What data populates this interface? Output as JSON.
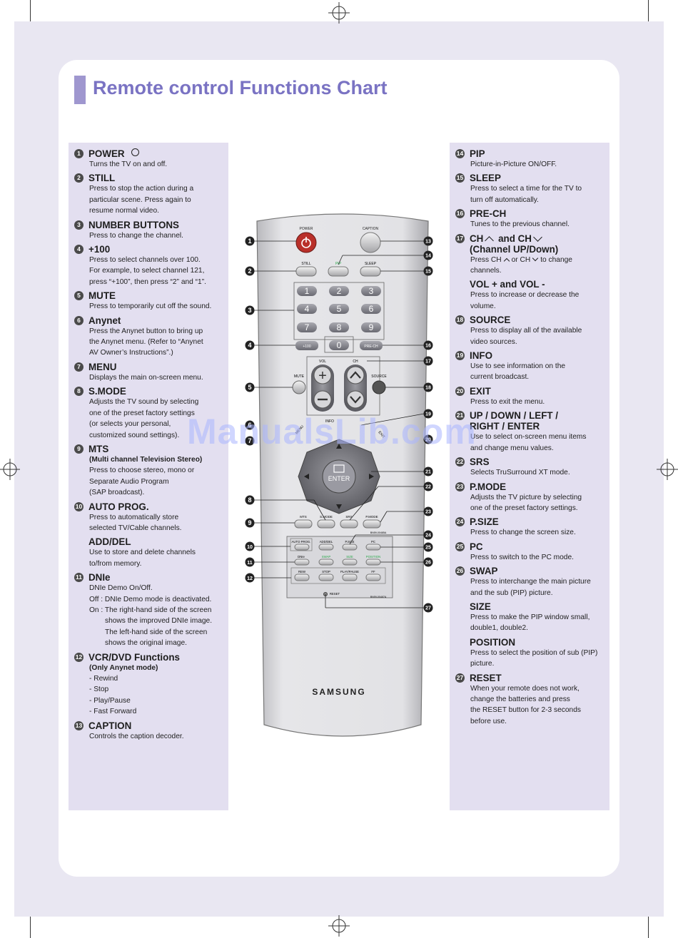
{
  "title": "Remote control Functions Chart",
  "left_column": [
    {
      "num": "1",
      "heading": "POWER",
      "lines": [
        "Turns the TV on and off."
      ]
    },
    {
      "num": "2",
      "heading": "STILL",
      "lines": [
        "Press to stop the action during a",
        "particular scene. Press again to",
        "resume normal video."
      ]
    },
    {
      "num": "3",
      "heading": "NUMBER BUTTONS",
      "lines": [
        "Press to change the channel."
      ]
    },
    {
      "num": "4",
      "heading": "+100",
      "lines": [
        "Press to select channels over 100.",
        "For example, to select channel 121,",
        "press “+100”, then press “2” and “1”."
      ]
    },
    {
      "num": "5",
      "heading": "MUTE",
      "lines": [
        "Press to temporarily cut off the sound."
      ]
    },
    {
      "num": "6",
      "heading": "Anynet",
      "lines": [
        "Press the Anynet button to bring up",
        "the Anynet menu. (Refer to “Anynet",
        "AV Owner’s Instructions”.)"
      ]
    },
    {
      "num": "7",
      "heading": "MENU",
      "lines": [
        "Displays the main on-screen menu."
      ]
    },
    {
      "num": "8",
      "heading": "S.MODE",
      "lines": [
        "Adjusts the TV sound by selecting",
        "one of the preset factory settings",
        "(or selects your personal,",
        "customized sound settings)."
      ]
    },
    {
      "num": "9",
      "heading": "MTS",
      "sub": "(Multi channel Television Stereo)",
      "lines": [
        "Press to choose stereo, mono or",
        "Separate Audio Program",
        "(SAP broadcast)."
      ]
    },
    {
      "num": "10",
      "heading": "AUTO PROG.",
      "lines": [
        "Press to automatically store",
        "selected TV/Cable channels."
      ]
    },
    {
      "num": "",
      "heading": "ADD/DEL",
      "lines": [
        "Use to store and delete channels",
        "to/from memory."
      ]
    },
    {
      "num": "11",
      "heading": "DNIe",
      "lines": [
        "DNIe Demo On/Off.",
        "Off : DNIe Demo mode is deactivated.",
        "On : The right-hand side of the screen"
      ],
      "ind_lines": [
        "shows the improved DNIe image.",
        "The left-hand side of the screen",
        "shows the original image."
      ]
    },
    {
      "num": "12",
      "heading": "VCR/DVD Functions",
      "sub": "(Only Anynet mode)",
      "lines": [
        "- Rewind",
        "- Stop",
        "- Play/Pause",
        "- Fast Forward"
      ]
    },
    {
      "num": "13",
      "heading": "CAPTION",
      "lines": [
        "Controls the caption decoder."
      ]
    }
  ],
  "right_column": [
    {
      "num": "14",
      "heading": "PIP",
      "lines": [
        "Picture-in-Picture ON/OFF."
      ]
    },
    {
      "num": "15",
      "heading": "SLEEP",
      "lines": [
        "Press to select a time for the TV to",
        "turn off automatically."
      ]
    },
    {
      "num": "16",
      "heading": "PRE-CH",
      "lines": [
        "Tunes to the previous channel."
      ]
    },
    {
      "num": "17",
      "heading_a": "CH",
      "heading_b": "and CH",
      "heading2": "(Channel UP/Down)",
      "lines_ch": [
        "Press CH",
        "or CH",
        "to change"
      ],
      "lines": [
        "channels."
      ]
    },
    {
      "num": "",
      "heading": "VOL + and VOL -",
      "lines": [
        "Press to increase or decrease the",
        "volume."
      ]
    },
    {
      "num": "18",
      "heading": "SOURCE",
      "lines": [
        "Press to display all of the available",
        "video sources."
      ]
    },
    {
      "num": "19",
      "heading": "INFO",
      "lines": [
        "Use to see information on the",
        "current broadcast."
      ]
    },
    {
      "num": "20",
      "heading": "EXIT",
      "lines": [
        "Press to exit the menu."
      ]
    },
    {
      "num": "21",
      "heading": "UP / DOWN / LEFT /",
      "heading2": "RIGHT / ENTER",
      "lines": [
        "Use to select on-screen menu items",
        "and change menu values."
      ]
    },
    {
      "num": "22",
      "heading": "SRS",
      "lines": [
        "Selects TruSurround XT mode."
      ]
    },
    {
      "num": "23",
      "heading": "P.MODE",
      "lines": [
        "Adjusts the TV picture by selecting",
        "one of the preset factory settings."
      ]
    },
    {
      "num": "24",
      "heading": "P.SIZE",
      "lines": [
        "Press to change the screen size."
      ]
    },
    {
      "num": "25",
      "heading": "PC",
      "lines": [
        "Press to switch to the PC mode."
      ]
    },
    {
      "num": "26",
      "heading": "SWAP",
      "lines": [
        "Press to interchange the main picture",
        "and the sub (PIP) picture."
      ]
    },
    {
      "num": "",
      "heading": "SIZE",
      "lines": [
        "Press to make the PIP window small,",
        "double1, double2."
      ]
    },
    {
      "num": "",
      "heading": "POSITION",
      "lines": [
        "Press to select the position of sub (PIP)",
        "picture."
      ]
    },
    {
      "num": "27",
      "heading": "RESET",
      "lines": [
        "When your remote does not work,",
        "change the batteries and press",
        "the RESET button for 2-3 seconds",
        "before use."
      ]
    }
  ],
  "remote": {
    "buttons": {
      "power": "POWER",
      "caption": "CAPTION",
      "still": "STILL",
      "pip": "PIP",
      "sleep": "SLEEP",
      "digits": [
        "1",
        "2",
        "3",
        "4",
        "5",
        "6",
        "7",
        "8",
        "9",
        "0"
      ],
      "plus100": "+100",
      "prech": "PRE-CH",
      "mute": "MUTE",
      "vol": "VOL",
      "ch": "CH",
      "source": "SOURCE",
      "menu": "MENU",
      "info": "INFO",
      "exit": "EXIT",
      "enter": "ENTER",
      "mts": "MTS",
      "smode": "S.MODE",
      "srs": "SRS",
      "pmode": "P.MODE",
      "autoprog": "AUTO PROG.",
      "adddel": "ADD/DEL",
      "psize": "P.SIZE",
      "pc": "PC",
      "dnie": "DNIe",
      "swap": "SWAP",
      "size": "SIZE",
      "position": "POSITION",
      "rew": "REW",
      "stop": "STOP",
      "playpause": "PLAY/PAUSE",
      "ff": "FF",
      "reset": "RESET",
      "brand": "SAMSUNG",
      "code1": "BN59-00485A",
      "code2": "BN59-00487A"
    },
    "callouts_left": [
      "1",
      "2",
      "3",
      "4",
      "5",
      "6",
      "7",
      "8",
      "9",
      "10",
      "11",
      "12"
    ],
    "callouts_right": [
      "13",
      "14",
      "15",
      "16",
      "17",
      "18",
      "19",
      "20",
      "21",
      "22",
      "23",
      "24",
      "25",
      "26",
      "27"
    ]
  },
  "watermark": "ManualsLib.com",
  "colors": {
    "title": "#7a73c3",
    "column_bg": "#e3dff0",
    "power": "#c0392b",
    "pip_green": "#2aa84a",
    "callout": "#222222"
  }
}
